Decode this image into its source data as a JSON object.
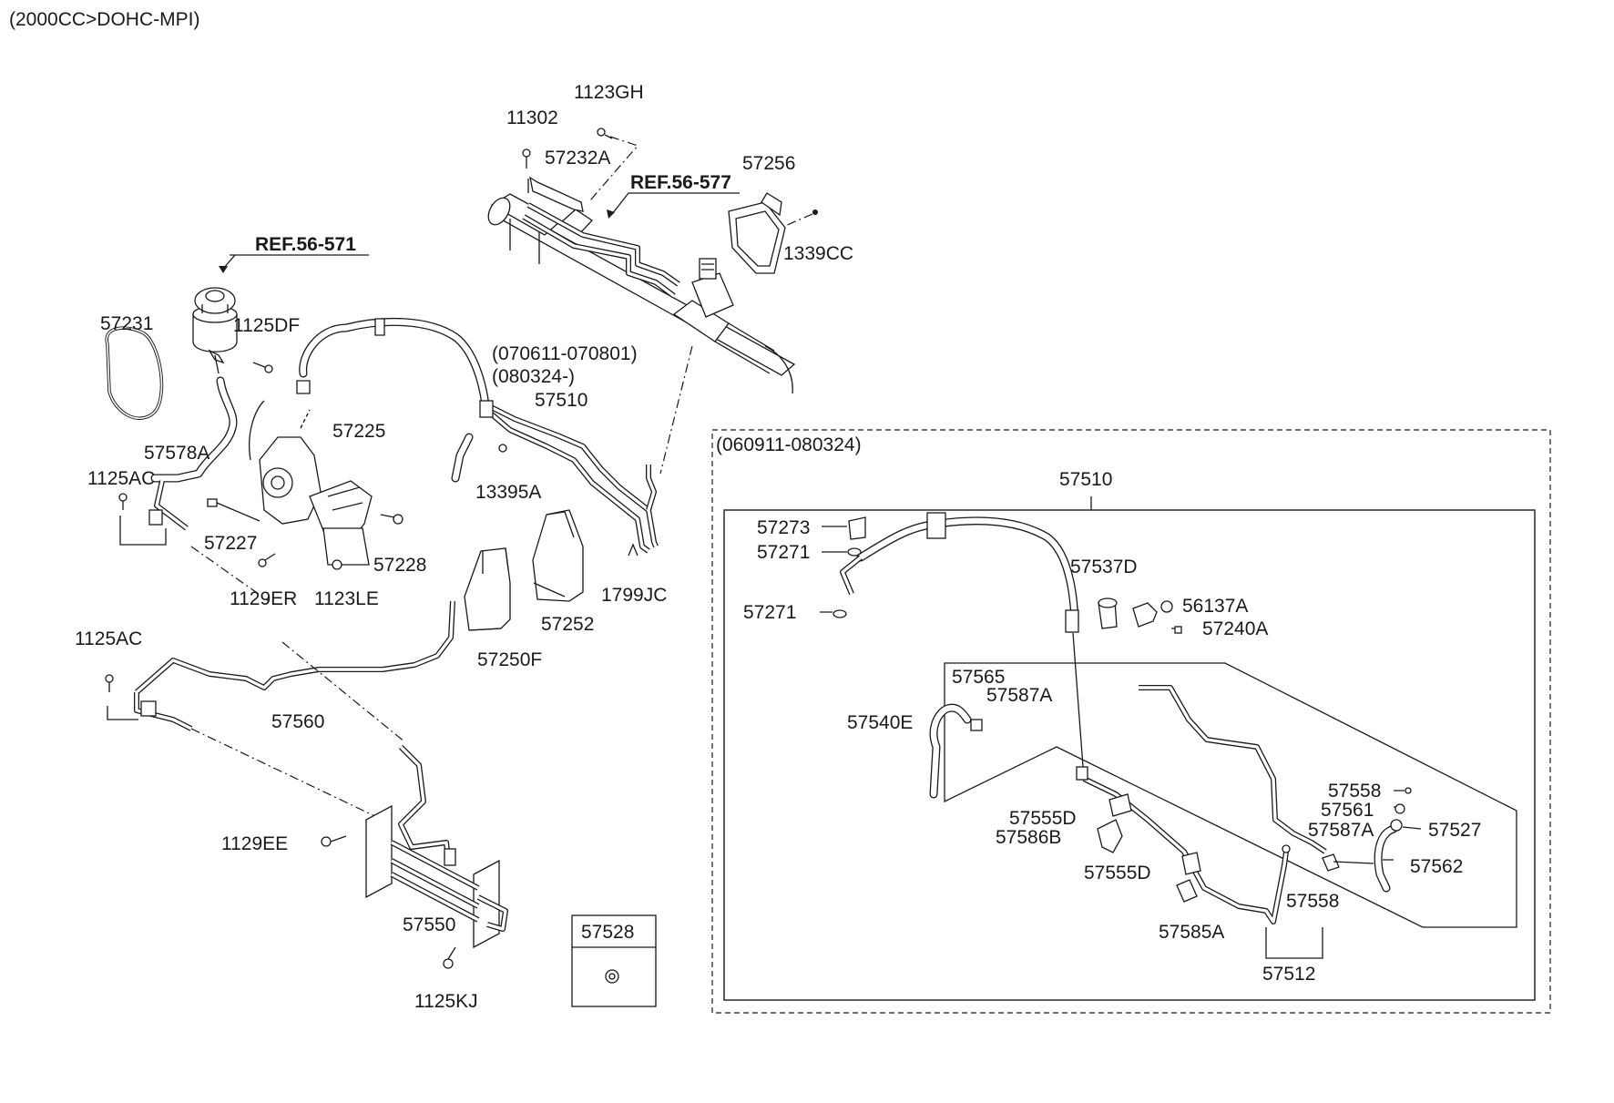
{
  "header": {
    "engine_note": "(2000CC>DOHC-MPI)"
  },
  "refs": {
    "ref_571": "REF.56-571",
    "ref_577": "REF.56-577"
  },
  "labels": {
    "p11302": "11302",
    "p1123GH": "1123GH",
    "p57232A": "57232A",
    "p57256": "57256",
    "p1339CC": "1339CC",
    "p57231": "57231",
    "p1125DF": "1125DF",
    "p070611": "(070611-070801)",
    "p080324": "(080324-)",
    "p57510_main": "57510",
    "p57225": "57225",
    "p57578A": "57578A",
    "p1125AC_top": "1125AC",
    "p13395A": "13395A",
    "p57227": "57227",
    "p57228": "57228",
    "p1129ER": "1129ER",
    "p1123LE": "1123LE",
    "p1799JC": "1799JC",
    "p57252": "57252",
    "p57250F": "57250F",
    "p1125AC_bottom": "1125AC",
    "p57560": "57560",
    "p1129EE": "1129EE",
    "p57550": "57550",
    "p1125KJ": "1125KJ",
    "p57528": "57528"
  },
  "inset": {
    "date_range": "(060911-080324)",
    "assembly": "57510",
    "labels": {
      "p57273": "57273",
      "p57271_a": "57271",
      "p57271_b": "57271",
      "p57537D": "57537D",
      "p56137A": "56137A",
      "p57240A": "57240A",
      "p57565": "57565",
      "p57587A_a": "57587A",
      "p57540E": "57540E",
      "p57555D_a": "57555D",
      "p57586B": "57586B",
      "p57555D_b": "57555D",
      "p57585A": "57585A",
      "p57558_a": "57558",
      "p57561": "57561",
      "p57587A_b": "57587A",
      "p57527": "57527",
      "p57562": "57562",
      "p57558_b": "57558",
      "p57512": "57512"
    }
  }
}
